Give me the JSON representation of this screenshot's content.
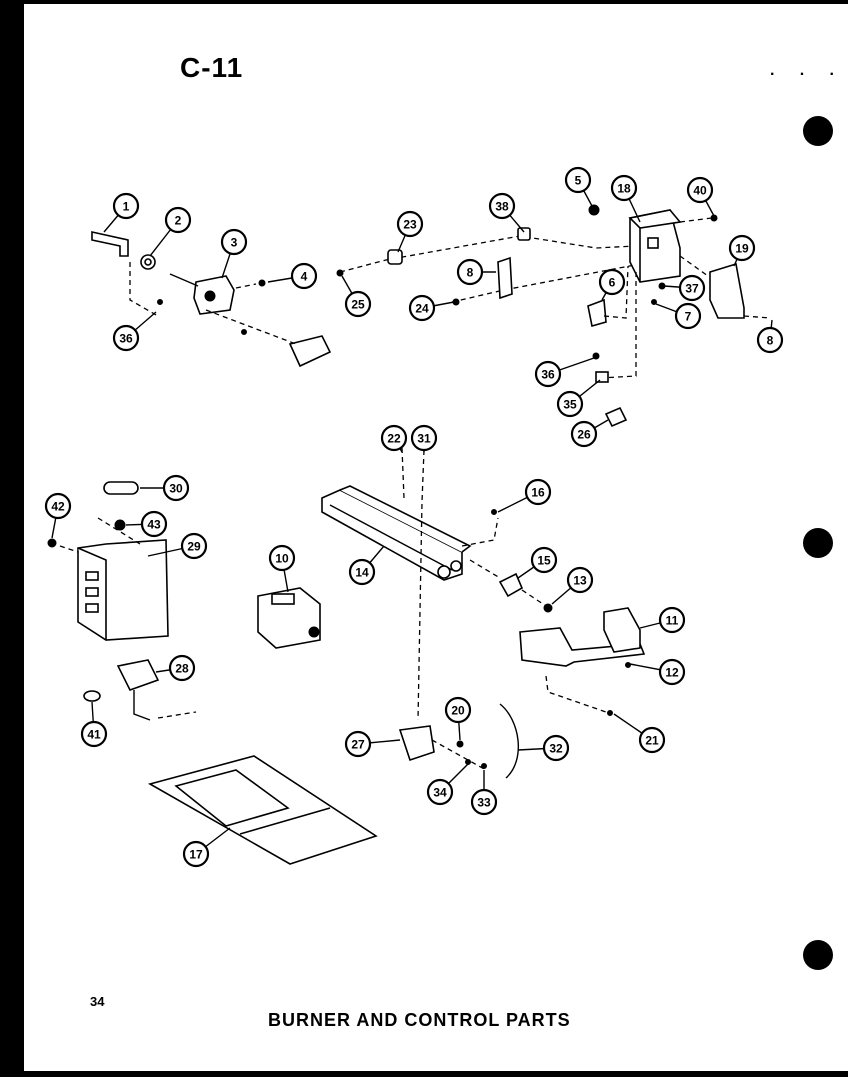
{
  "header": {
    "page_code": "C-11",
    "dots": "· · ·"
  },
  "footer": {
    "page_number": "34",
    "caption": "BURNER AND CONTROL PARTS"
  },
  "callouts": [
    {
      "id": "c1",
      "label": "1"
    },
    {
      "id": "c2",
      "label": "2"
    },
    {
      "id": "c3",
      "label": "3"
    },
    {
      "id": "c4",
      "label": "4"
    },
    {
      "id": "c36a",
      "label": "36"
    },
    {
      "id": "c23",
      "label": "23"
    },
    {
      "id": "c25",
      "label": "25"
    },
    {
      "id": "c38",
      "label": "38"
    },
    {
      "id": "c8a",
      "label": "8"
    },
    {
      "id": "c24",
      "label": "24"
    },
    {
      "id": "c5",
      "label": "5"
    },
    {
      "id": "c18",
      "label": "18"
    },
    {
      "id": "c40",
      "label": "40"
    },
    {
      "id": "c19",
      "label": "19"
    },
    {
      "id": "c37",
      "label": "37"
    },
    {
      "id": "c7",
      "label": "7"
    },
    {
      "id": "c8b",
      "label": "8"
    },
    {
      "id": "c6",
      "label": "6"
    },
    {
      "id": "c36b",
      "label": "36"
    },
    {
      "id": "c35",
      "label": "35"
    },
    {
      "id": "c26a",
      "label": "26"
    },
    {
      "id": "c22",
      "label": "22"
    },
    {
      "id": "c31",
      "label": "31"
    },
    {
      "id": "c16",
      "label": "16"
    },
    {
      "id": "c30",
      "label": "30"
    },
    {
      "id": "c42",
      "label": "42"
    },
    {
      "id": "c43",
      "label": "43"
    },
    {
      "id": "c29",
      "label": "29"
    },
    {
      "id": "c10",
      "label": "10"
    },
    {
      "id": "c14",
      "label": "14"
    },
    {
      "id": "c15",
      "label": "15"
    },
    {
      "id": "c13",
      "label": "13"
    },
    {
      "id": "c11",
      "label": "11"
    },
    {
      "id": "c12",
      "label": "12"
    },
    {
      "id": "c28",
      "label": "28"
    },
    {
      "id": "c41",
      "label": "41"
    },
    {
      "id": "c21",
      "label": "21"
    },
    {
      "id": "c20",
      "label": "20"
    },
    {
      "id": "c27",
      "label": "27"
    },
    {
      "id": "c32",
      "label": "32"
    },
    {
      "id": "c34",
      "label": "34"
    },
    {
      "id": "c33",
      "label": "33"
    },
    {
      "id": "c17",
      "label": "17"
    }
  ],
  "colors": {
    "ink": "#000000",
    "paper": "#ffffff"
  }
}
